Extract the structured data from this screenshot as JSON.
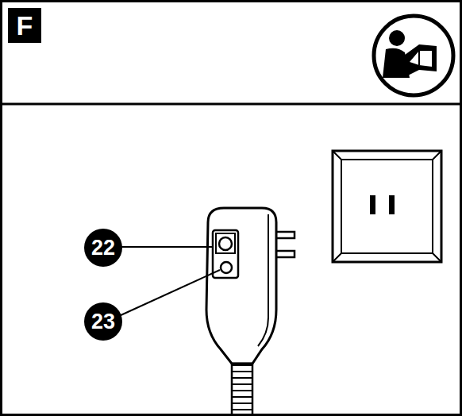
{
  "diagram": {
    "labels": [
      "F",
      "22",
      "23"
    ]
  }
}
